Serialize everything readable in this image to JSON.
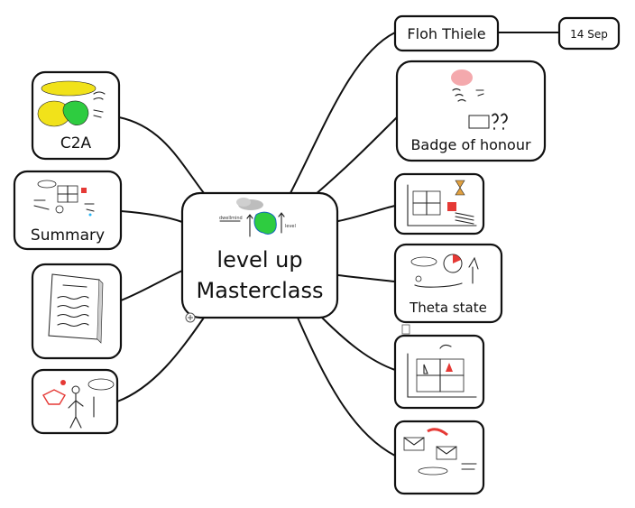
{
  "central": {
    "line1": "level up",
    "line2": "Masterclass"
  },
  "nodes": {
    "floh": "Floh Thiele",
    "date": "14 Sep",
    "badge": "Badge of honour",
    "c2a": "C2A",
    "summary": "Summary",
    "theta": "Theta state"
  },
  "colors": {
    "line": "#111111",
    "green": "#2ecc40",
    "yellow": "#f1e21a",
    "red": "#e53935",
    "pink": "#f4a9ad",
    "cloud_gray": "#bdbdbd",
    "blue_dot": "#29b6f6"
  },
  "icons": [
    "attachment-icon",
    "sketch-image"
  ]
}
